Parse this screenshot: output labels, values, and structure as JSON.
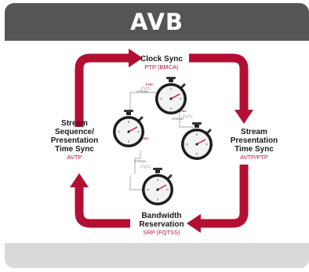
{
  "header": {
    "title": "AVB"
  },
  "diagram": {
    "colors": {
      "arrow": "#b30f33",
      "accent_text": "#c0143c",
      "header_bg": "#555555",
      "footer_bg": "#d9d9d9"
    },
    "nodes": {
      "top": {
        "title": "Clock Sync",
        "subtitle": "PTP (BMCA)"
      },
      "right": {
        "title_lines": [
          "Stream",
          "Presentation",
          "Time Sync"
        ],
        "subtitle": "AVTP/PTP"
      },
      "bottom": {
        "title_lines": [
          "Bandwidth",
          "Reservation"
        ],
        "subtitle": "SRP (FQTSS)"
      },
      "left": {
        "title_lines": [
          "Stream",
          "Sequence/",
          "Presentation",
          "Time Sync"
        ],
        "subtitle": "AVTP"
      }
    },
    "clock_tags": {
      "sync": "SYNC",
      "stream": "STREAM"
    },
    "icons": [
      "stopwatch-icon"
    ]
  }
}
